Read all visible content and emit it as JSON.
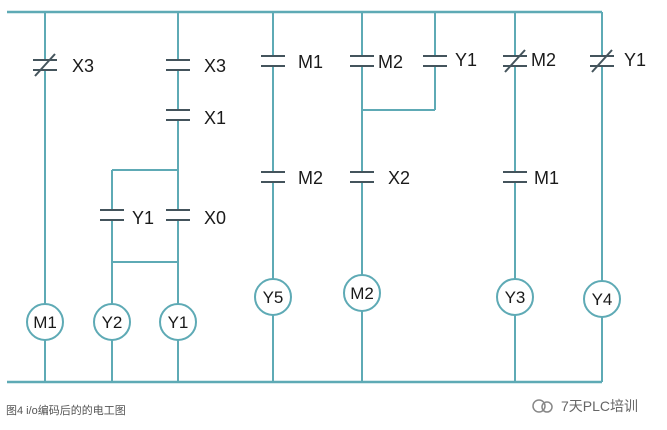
{
  "caption": "图4 i/o编码后的的电工图",
  "watermark": "7天PLC培训",
  "contacts": [
    "X3",
    "X3",
    "X1",
    "Y1",
    "X0",
    "M1",
    "M2",
    "M2",
    "Y1",
    "X2",
    "M2",
    "M1",
    "Y1"
  ],
  "coils": [
    "M1",
    "Y2",
    "Y1",
    "Y5",
    "M2",
    "Y3",
    "Y4"
  ]
}
